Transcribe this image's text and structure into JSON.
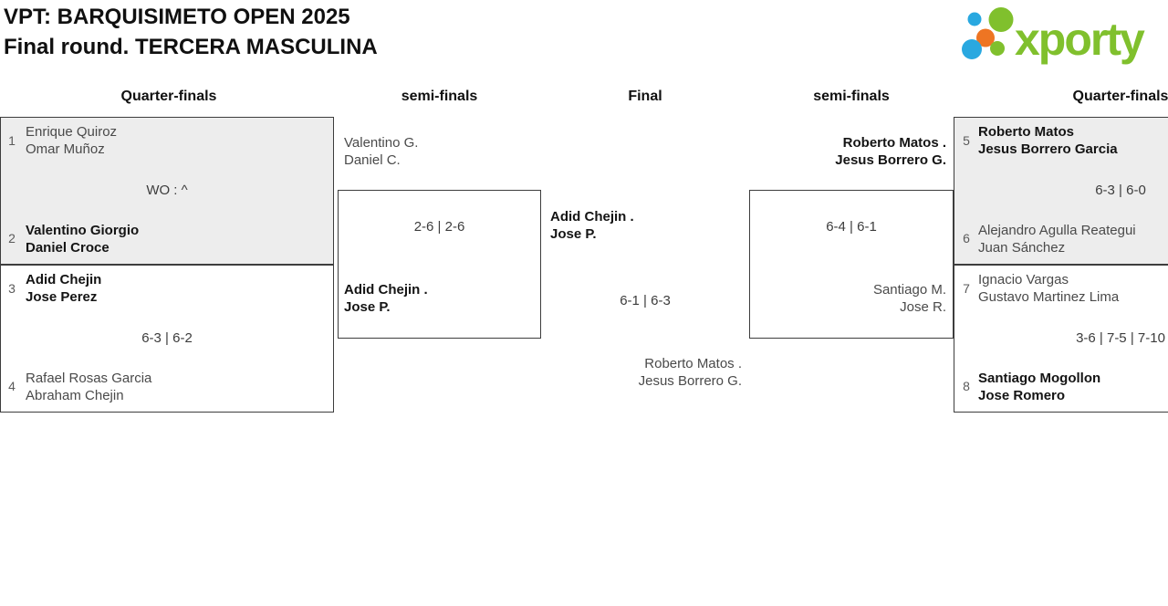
{
  "title": {
    "line1": "VPT: BARQUISIMETO OPEN 2025",
    "line2": "Final round. TERCERA MASCULINA"
  },
  "logo": {
    "text": "xporty"
  },
  "rounds": {
    "qf_left": "Quarter-finals",
    "sf_left": "semi-finals",
    "final": "Final",
    "sf_right": "semi-finals",
    "qf_right": "Quarter-finals"
  },
  "matches": {
    "qf1": {
      "seed_top": "1",
      "top": [
        "Enrique Quiroz",
        "Omar Muñoz"
      ],
      "score": "WO : ^",
      "seed_bottom": "2",
      "bottom": [
        "Valentino Giorgio",
        "Daniel Croce"
      ]
    },
    "qf2": {
      "seed_top": "3",
      "top": [
        "Adid Chejin",
        "Jose Perez"
      ],
      "score": "6-3 | 6-2",
      "seed_bottom": "4",
      "bottom": [
        "Rafael Rosas Garcia",
        "Abraham Chejin"
      ]
    },
    "sf_left": {
      "top": [
        "Valentino G.",
        "Daniel C."
      ],
      "score": "2-6 | 2-6",
      "bottom": [
        "Adid Chejin .",
        "Jose P."
      ]
    },
    "final": {
      "top": [
        "Adid Chejin .",
        "Jose P."
      ],
      "score": "6-1 | 6-3",
      "bottom": [
        "Roberto Matos .",
        "Jesus Borrero G."
      ]
    },
    "sf_right": {
      "top": [
        "Roberto Matos .",
        "Jesus Borrero G."
      ],
      "score": "6-4 | 6-1",
      "bottom": [
        "Santiago M.",
        "Jose R."
      ]
    },
    "qf3": {
      "seed_top": "5",
      "top": [
        "Roberto Matos",
        "Jesus Borrero Garcia"
      ],
      "score": "6-3 | 6-0",
      "seed_bottom": "6",
      "bottom": [
        "Alejandro Agulla Reategui",
        "Juan Sánchez"
      ]
    },
    "qf4": {
      "seed_top": "7",
      "top": [
        "Ignacio Vargas",
        "Gustavo Martinez Lima"
      ],
      "score": "3-6 | 7-5 | 7-10",
      "seed_bottom": "8",
      "bottom": [
        "Santiago Mogollon",
        "Jose Romero"
      ]
    }
  },
  "colors": {
    "logo_green": "#80c02d",
    "logo_blue": "#29a8e0",
    "logo_orange": "#ee7523",
    "box_gray": "#ededed",
    "border": "#3d3d3d",
    "text_regular": "#4a4a4a",
    "text_winner": "#141414"
  }
}
